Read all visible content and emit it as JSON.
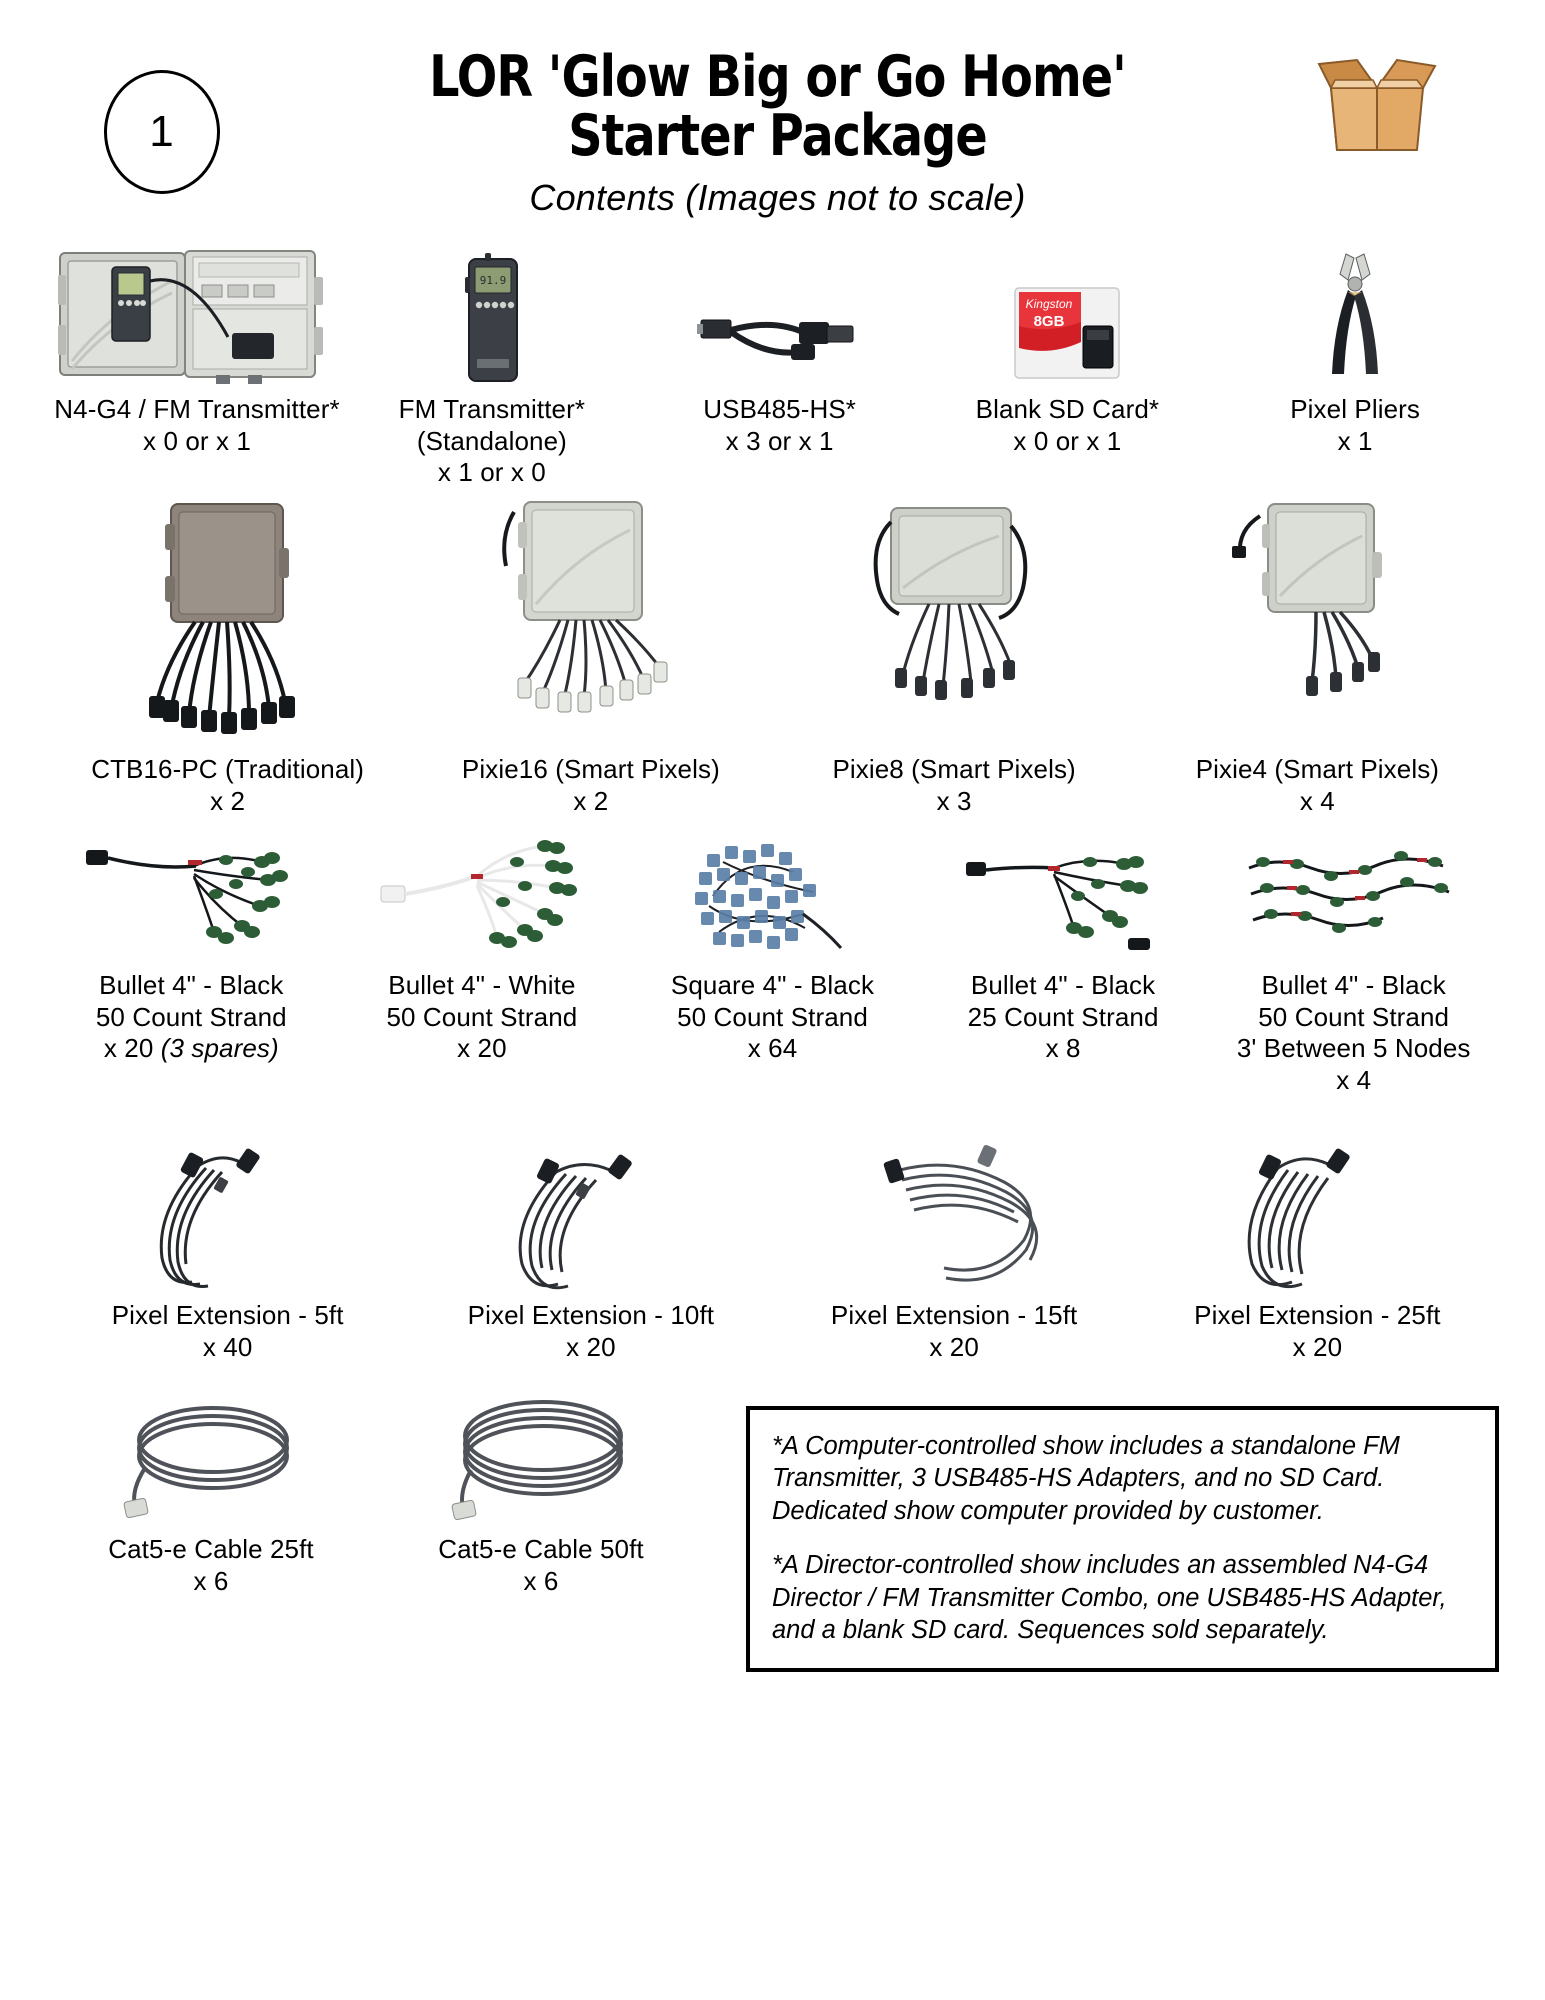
{
  "header": {
    "step_number": "1",
    "title_line1": "LOR 'Glow Big or Go Home'",
    "title_line2": "Starter Package",
    "subtitle": "Contents (Images not to scale)",
    "box_icon_name": "cardboard-box-icon",
    "box_color_front": "#E2A866",
    "box_color_flap": "#C98A46",
    "box_color_inner": "#F0CFA4"
  },
  "rows": [
    {
      "id": "row-controllers-accessories",
      "items": [
        {
          "name": "n4-g4-fm-transmitter",
          "art": "enclosure-combo",
          "label": "N4-G4 / FM Transmitter*\nx 0 or x 1"
        },
        {
          "name": "fm-transmitter-standalone",
          "art": "fm-transmitter",
          "label": "FM Transmitter*\n(Standalone)\nx 1 or x 0"
        },
        {
          "name": "usb485-hs",
          "art": "usb-adapter",
          "label": "USB485-HS*\nx 3 or x 1"
        },
        {
          "name": "blank-sd-card",
          "art": "sd-card",
          "label": "Blank SD Card*\nx 0 or x 1"
        },
        {
          "name": "pixel-pliers",
          "art": "pliers",
          "label": "Pixel Pliers\nx 1"
        }
      ]
    },
    {
      "id": "row-controllers",
      "items": [
        {
          "name": "ctb16-pc-traditional",
          "art": "controller-brown",
          "label": "CTB16-PC (Traditional)\nx 2"
        },
        {
          "name": "pixie16-smart-pixels",
          "art": "controller-pixie16",
          "label": "Pixie16 (Smart Pixels)\nx 2"
        },
        {
          "name": "pixie8-smart-pixels",
          "art": "controller-pixie8",
          "label": "Pixie8 (Smart Pixels)\nx 3"
        },
        {
          "name": "pixie4-smart-pixels",
          "art": "controller-pixie4",
          "label": "Pixie4 (Smart Pixels)\nx 4"
        }
      ]
    },
    {
      "id": "row-pixel-strands",
      "items": [
        {
          "name": "bullet-4in-black-50ct",
          "art": "strand-black",
          "label": "Bullet 4\" - Black\n50 Count Strand\nx 20 ",
          "label_italic": "(3 spares)"
        },
        {
          "name": "bullet-4in-white-50ct",
          "art": "strand-white",
          "label": "Bullet 4\" - White\n50 Count Strand\nx 20"
        },
        {
          "name": "square-4in-black-50ct",
          "art": "strand-square",
          "label": "Square 4\" - Black\n50 Count Strand\nx 64"
        },
        {
          "name": "bullet-4in-black-25ct",
          "art": "strand-black-small",
          "label": "Bullet 4\" - Black\n25 Count Strand\nx 8"
        },
        {
          "name": "bullet-4in-black-50ct-spaced",
          "art": "strand-spaced",
          "label": "Bullet 4\" - Black\n50 Count Strand\n3' Between 5 Nodes\nx 4"
        }
      ]
    },
    {
      "id": "row-pixel-extensions",
      "items": [
        {
          "name": "pixel-extension-5ft",
          "art": "extension-coil",
          "label": "Pixel Extension - 5ft\nx 40"
        },
        {
          "name": "pixel-extension-10ft",
          "art": "extension-coil",
          "label": "Pixel Extension - 10ft\nx 20"
        },
        {
          "name": "pixel-extension-15ft",
          "art": "extension-coil-grey",
          "label": "Pixel Extension - 15ft\nx 20"
        },
        {
          "name": "pixel-extension-25ft",
          "art": "extension-coil",
          "label": "Pixel Extension - 25ft\nx 20"
        }
      ]
    }
  ],
  "bottom": {
    "items": [
      {
        "name": "cat5e-cable-25ft",
        "art": "cat5-coil",
        "label": "Cat5-e Cable 25ft\nx 6"
      },
      {
        "name": "cat5e-cable-50ft",
        "art": "cat5-coil",
        "label": "Cat5-e Cable 50ft\nx 6"
      }
    ],
    "footnotes": [
      "*A Computer-controlled show includes a standalone FM Transmitter, 3 USB485-HS Adapters, and no SD Card. Dedicated show computer provided by customer.",
      "*A Director-controlled show includes an assembled N4-G4 Director / FM Transmitter Combo, one USB485-HS Adapter, and a blank SD card. Sequences sold separately."
    ]
  }
}
